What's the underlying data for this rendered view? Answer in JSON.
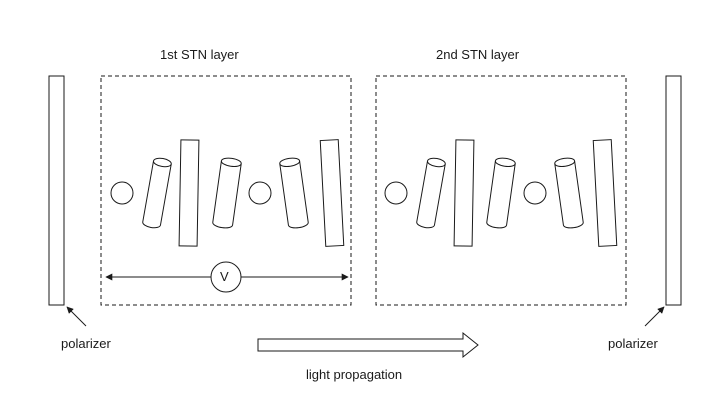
{
  "labels": {
    "layer1": "1st STN layer",
    "layer2": "2nd STN layer",
    "voltage": "V",
    "polarizer_left": "polarizer",
    "polarizer_right": "polarizer",
    "light": "light propagation"
  },
  "colors": {
    "stroke": "#1a1a1a",
    "background": "#ffffff"
  }
}
